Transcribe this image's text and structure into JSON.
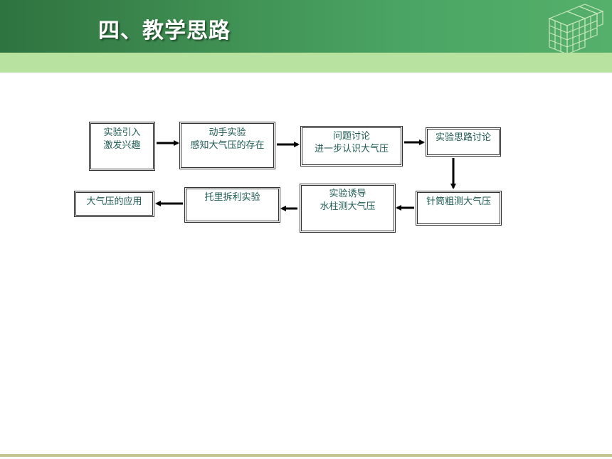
{
  "header": {
    "title": "四、教学思路"
  },
  "flow": {
    "nodes": [
      {
        "id": "n1",
        "line1": "实验引入",
        "line2": "激发兴趣"
      },
      {
        "id": "n2",
        "line1": "动手实验",
        "line2": "感知大气压的存在"
      },
      {
        "id": "n3",
        "line1": "问题讨论",
        "line2": "进一步认识大气压"
      },
      {
        "id": "n4",
        "line1": "实验思路讨论",
        "line2": ""
      },
      {
        "id": "n5",
        "line1": "针筒粗测大气压",
        "line2": ""
      },
      {
        "id": "n6",
        "line1": "实验诱导",
        "line2": "水柱测大气压"
      },
      {
        "id": "n7",
        "line1": "托里拆利实验",
        "line2": ""
      },
      {
        "id": "n8",
        "line1": "大气压的应用",
        "line2": ""
      }
    ],
    "edges": [
      [
        "n1",
        "n2"
      ],
      [
        "n2",
        "n3"
      ],
      [
        "n3",
        "n4"
      ],
      [
        "n4",
        "n5"
      ],
      [
        "n5",
        "n6"
      ],
      [
        "n6",
        "n7"
      ],
      [
        "n7",
        "n8"
      ]
    ]
  },
  "colors": {
    "box_text": "#1f5c55",
    "header_dark": "#2e7340",
    "header_light": "#b8e2a0"
  }
}
